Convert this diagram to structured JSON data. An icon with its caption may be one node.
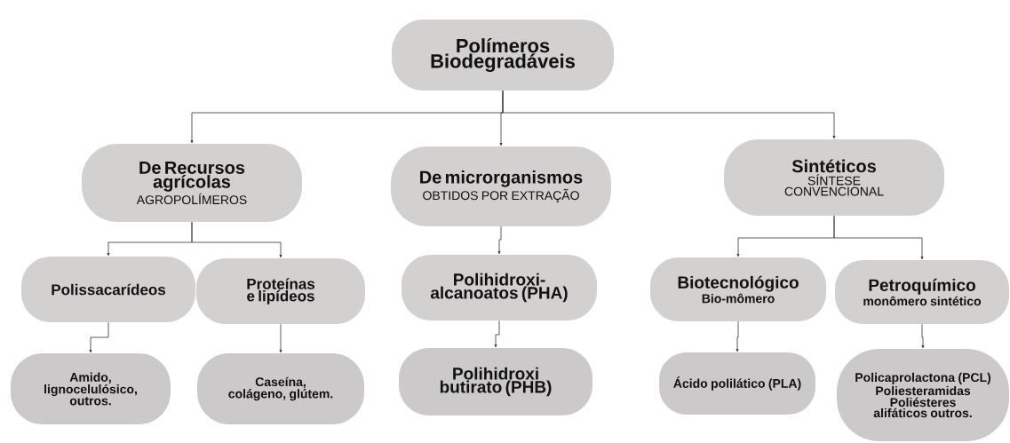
{
  "diagram": {
    "nodes": [
      {
        "text": [
          "Polímeros Biodegradáveis"
        ]
      },
      {
        "text": [
          "De Recursos agrícolas",
          "AGROPOLÍMEROS"
        ]
      },
      {
        "text": [
          "De microrganismos",
          "OBTIDOS POR EXTRAÇÃO"
        ]
      },
      {
        "text": [
          "Sintéticos",
          "SÍNTESE CONVENCIONAL"
        ]
      },
      {
        "text": [
          "Polissacarídeos"
        ]
      },
      {
        "text": [
          "Proteínas e lipídeos"
        ]
      },
      {
        "text": [
          "Polihidroxi-alcanoatos (PHA)"
        ]
      },
      {
        "text": [
          "Biotecnológico",
          "Bio-mômero"
        ]
      },
      {
        "text": [
          "Petroquímico",
          "monômero sintético"
        ]
      },
      {
        "text": [
          "Amido, lignocelulósico, outros."
        ]
      },
      {
        "text": [
          "Caseína, colágeno, glútem."
        ]
      },
      {
        "text": [
          "Polihidroxi butirato (PHB)"
        ]
      },
      {
        "text": [
          "Ácido polilático (PLA)"
        ]
      },
      {
        "text": [
          "Policaprolactona (PCL)",
          "Poliesteramidas",
          "Poliésteres alifáticos outros."
        ]
      }
    ],
    "edges": [
      {
        "from": 0,
        "to": 1,
        "arrow": "to"
      },
      {
        "from": 0,
        "to": 2,
        "arrow": "to"
      },
      {
        "from": 0,
        "to": 3,
        "arrow": "to"
      },
      {
        "from": 1,
        "to": 4,
        "arrow": "to"
      },
      {
        "from": 1,
        "to": 5,
        "arrow": "to"
      },
      {
        "from": 2,
        "to": 6,
        "arrow": "to"
      },
      {
        "from": 3,
        "to": 7,
        "arrow": "to"
      },
      {
        "from": 3,
        "to": 8,
        "arrow": "to"
      },
      {
        "from": 4,
        "to": 9,
        "arrow": "to"
      },
      {
        "from": 5,
        "to": 10,
        "arrow": "to"
      },
      {
        "from": 6,
        "to": 11,
        "arrow": "to"
      },
      {
        "from": 7,
        "to": 12,
        "arrow": "to"
      },
      {
        "from": 8,
        "to": 13,
        "arrow": "to"
      }
    ]
  }
}
